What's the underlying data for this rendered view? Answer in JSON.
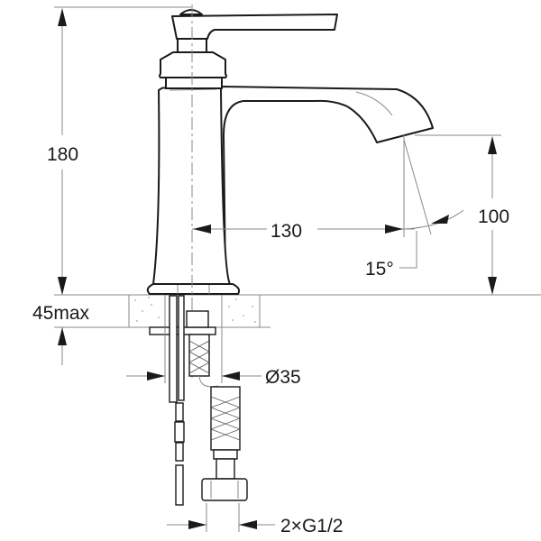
{
  "drawing": {
    "subject": "Single-lever basin mixer tap",
    "dimensions": {
      "overall_height": "180",
      "spout_reach": "130",
      "spout_height": "100",
      "spray_angle": "15°",
      "counter_thickness": "45max",
      "hole_diameter": "Ø35",
      "connections": "2×G1/2"
    }
  }
}
